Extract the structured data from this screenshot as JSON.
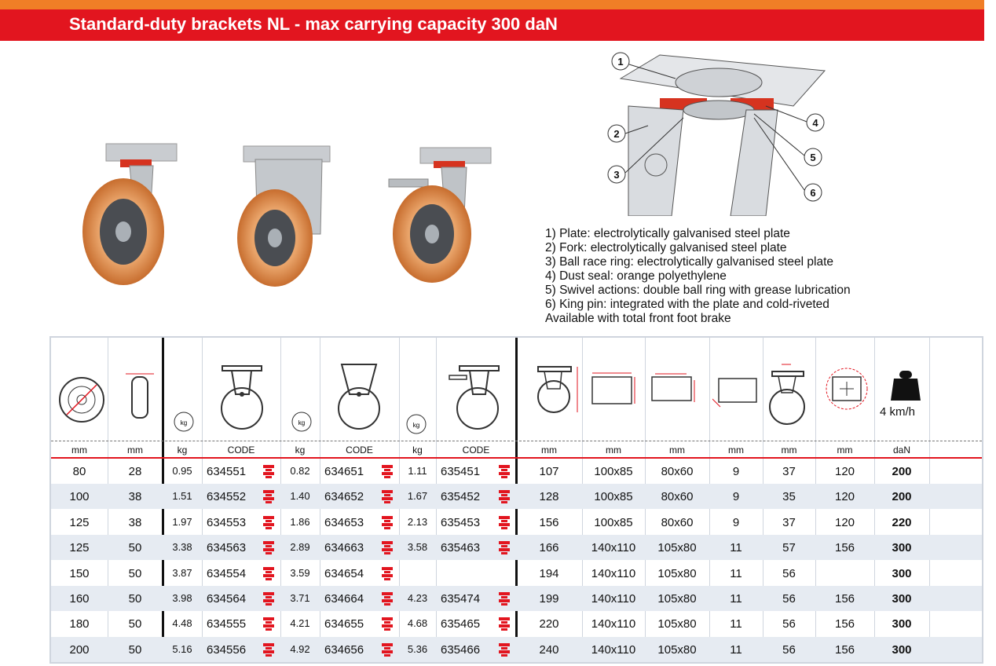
{
  "header": {
    "title": "Standard-duty brackets NL - max carrying capacity 300 daN",
    "accent_orange": "#f07e26",
    "accent_red": "#e2151f"
  },
  "diagram": {
    "callouts": [
      "1",
      "2",
      "3",
      "4",
      "5",
      "6"
    ]
  },
  "legend": {
    "lines": [
      "1) Plate: electrolytically galvanised steel plate",
      "2) Fork: electrolytically galvanised steel plate",
      "3) Ball race ring: electrolytically galvanised steel plate",
      "4) Dust seal: orange polyethylene",
      "5) Swivel actions: double ball ring with grease lubrication",
      "6) King pin: integrated with the plate and cold-riveted",
      "Available with total front foot brake"
    ]
  },
  "table": {
    "speed_label": "4 km/h",
    "units": [
      "mm",
      "mm",
      "kg",
      "CODE",
      "kg",
      "CODE",
      "kg",
      "CODE",
      "mm",
      "mm",
      "mm",
      "mm",
      "mm",
      "mm",
      "daN"
    ],
    "rows": [
      [
        "80",
        "28",
        "0.95",
        "634551",
        "0.82",
        "634651",
        "1.11",
        "635451",
        "107",
        "100x85",
        "80x60",
        "9",
        "37",
        "120",
        "200"
      ],
      [
        "100",
        "38",
        "1.51",
        "634552",
        "1.40",
        "634652",
        "1.67",
        "635452",
        "128",
        "100x85",
        "80x60",
        "9",
        "35",
        "120",
        "200"
      ],
      [
        "125",
        "38",
        "1.97",
        "634553",
        "1.86",
        "634653",
        "2.13",
        "635453",
        "156",
        "100x85",
        "80x60",
        "9",
        "37",
        "120",
        "220"
      ],
      [
        "125",
        "50",
        "3.38",
        "634563",
        "2.89",
        "634663",
        "3.58",
        "635463",
        "166",
        "140x110",
        "105x80",
        "11",
        "57",
        "156",
        "300"
      ],
      [
        "150",
        "50",
        "3.87",
        "634554",
        "3.59",
        "634654",
        "",
        "",
        "194",
        "140x110",
        "105x80",
        "11",
        "56",
        "",
        "300"
      ],
      [
        "160",
        "50",
        "3.98",
        "634564",
        "3.71",
        "634664",
        "4.23",
        "635474",
        "199",
        "140x110",
        "105x80",
        "11",
        "56",
        "156",
        "300"
      ],
      [
        "180",
        "50",
        "4.48",
        "634555",
        "4.21",
        "634655",
        "4.68",
        "635465",
        "220",
        "140x110",
        "105x80",
        "11",
        "56",
        "156",
        "300"
      ],
      [
        "200",
        "50",
        "5.16",
        "634556",
        "4.92",
        "634656",
        "5.36",
        "635466",
        "240",
        "140x110",
        "105x80",
        "11",
        "56",
        "156",
        "300"
      ]
    ]
  }
}
